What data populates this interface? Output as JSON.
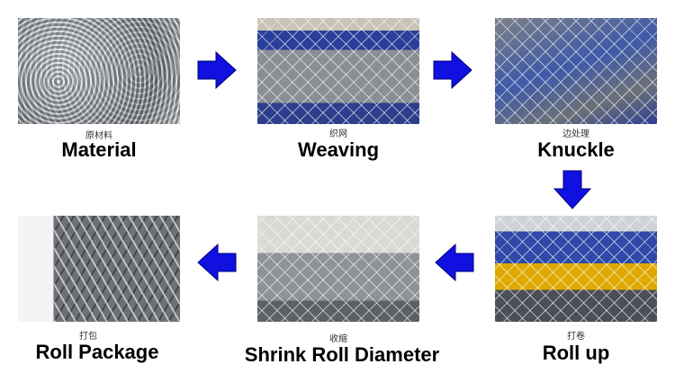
{
  "steps": [
    {
      "zh": "原材料",
      "en": "Material"
    },
    {
      "zh": "织网",
      "en": "Weaving"
    },
    {
      "zh": "边处理",
      "en": "Knuckle"
    },
    {
      "zh": "打卷",
      "en": "Roll up"
    },
    {
      "zh": "收缩",
      "en": "Shrink Roll Diameter"
    },
    {
      "zh": "打包",
      "en": "Roll Package"
    }
  ],
  "colors": {
    "arrow": "#1010e0",
    "arrow_edge": "#00007a"
  }
}
